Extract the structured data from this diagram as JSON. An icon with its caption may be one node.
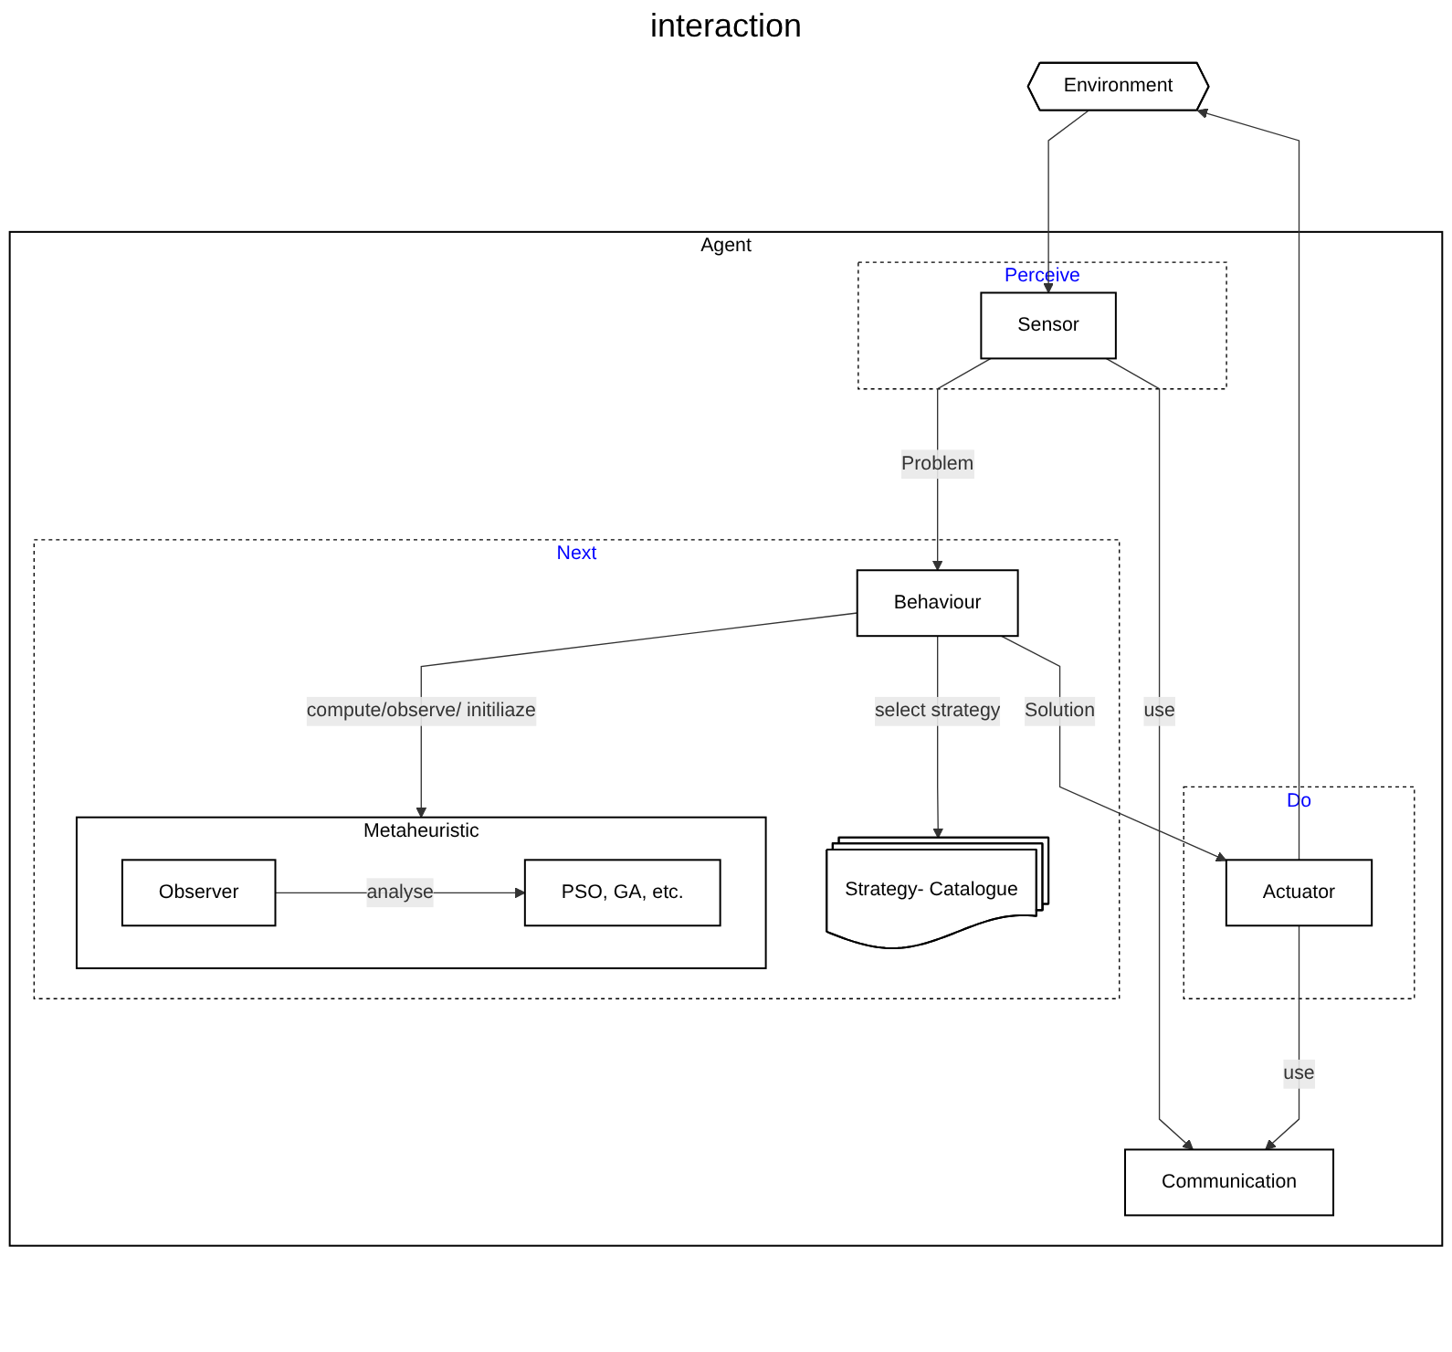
{
  "diagram": {
    "nodes": [
      {
        "text": [
          "Environment"
        ]
      },
      {
        "text": [
          "Agent"
        ]
      },
      {
        "text": [
          "Perceive"
        ],
        "in": 1
      },
      {
        "text": [
          "Do"
        ],
        "in": 1
      },
      {
        "text": [
          "Sensor"
        ],
        "in": 2
      },
      {
        "text": [
          "Communication"
        ],
        "in": 1
      },
      {
        "text": [
          "Actuator"
        ],
        "in": 3
      },
      {
        "text": [
          "Next"
        ],
        "in": 1
      },
      {
        "text": [
          "Behaviour"
        ],
        "in": 7
      },
      {
        "text": [
          "Strategy- Catalogue"
        ],
        "in": 7
      },
      {
        "text": [
          "Metaheuristic"
        ],
        "in": 7
      },
      {
        "text": [
          "PSO, GA, etc."
        ],
        "in": 10
      },
      {
        "text": [
          "Observer"
        ],
        "in": 10
      }
    ],
    "edges": [
      {
        "from": 0,
        "to": 4,
        "arrow": "to"
      },
      {
        "from": 6,
        "to": 0,
        "arrow": "to"
      },
      {
        "from": 4,
        "to": 5,
        "arrow": "to",
        "label": "use"
      },
      {
        "from": 6,
        "to": 5,
        "arrow": "to",
        "label": "use"
      },
      {
        "from": 4,
        "to": 8,
        "arrow": "to",
        "label": "Problem"
      },
      {
        "from": 8,
        "to": 6,
        "arrow": "to",
        "label": "Solution"
      },
      {
        "from": 8,
        "to": 10,
        "arrow": "to",
        "label": "compute/observe/ initiliaze"
      },
      {
        "from": 8,
        "to": 9,
        "arrow": "to",
        "label": "select strategy"
      },
      {
        "from": 12,
        "to": 11,
        "arrow": "to",
        "label": "analyse"
      }
    ],
    "labels": [
      "interaction"
    ]
  }
}
